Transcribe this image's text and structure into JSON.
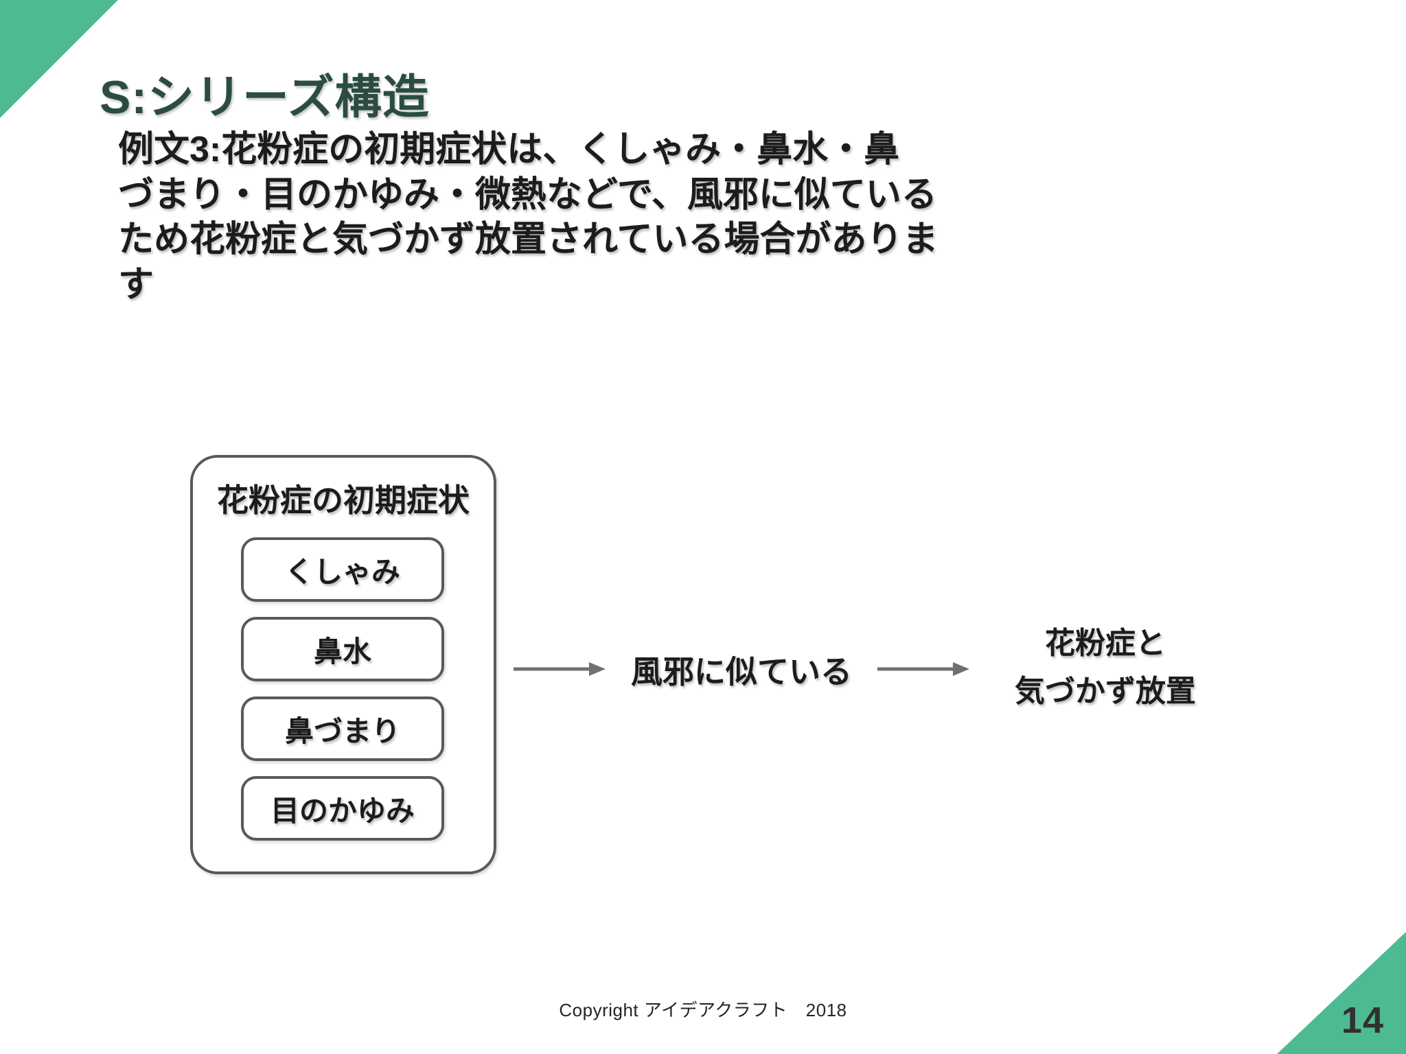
{
  "slide": {
    "title": "S:シリーズ構造",
    "body_lines": [
      "例文3:花粉症の初期症状は、くしゃみ・鼻水・鼻",
      "づまり・目のかゆみ・微熱などで、風邪に似ている",
      "ため花粉症と気づかず放置されている場合がありま",
      "す"
    ]
  },
  "diagram": {
    "container_label": "花粉症の初期症状",
    "items": [
      "くしゃみ",
      "鼻水",
      "鼻づまり",
      "目のかゆみ"
    ],
    "middle_label": "風邪に似ている",
    "result_lines": [
      "花粉症と",
      "気づかず放置"
    ]
  },
  "footer": {
    "copyright": "Copyright アイデアクラフト　2018"
  },
  "page_number": "14",
  "colors": {
    "accent_green": "#4dba92",
    "title_green": "#2b4c42",
    "box_border_gray": "#58595b",
    "arrow_gray": "#707070",
    "text_black": "#1c1c1c"
  }
}
